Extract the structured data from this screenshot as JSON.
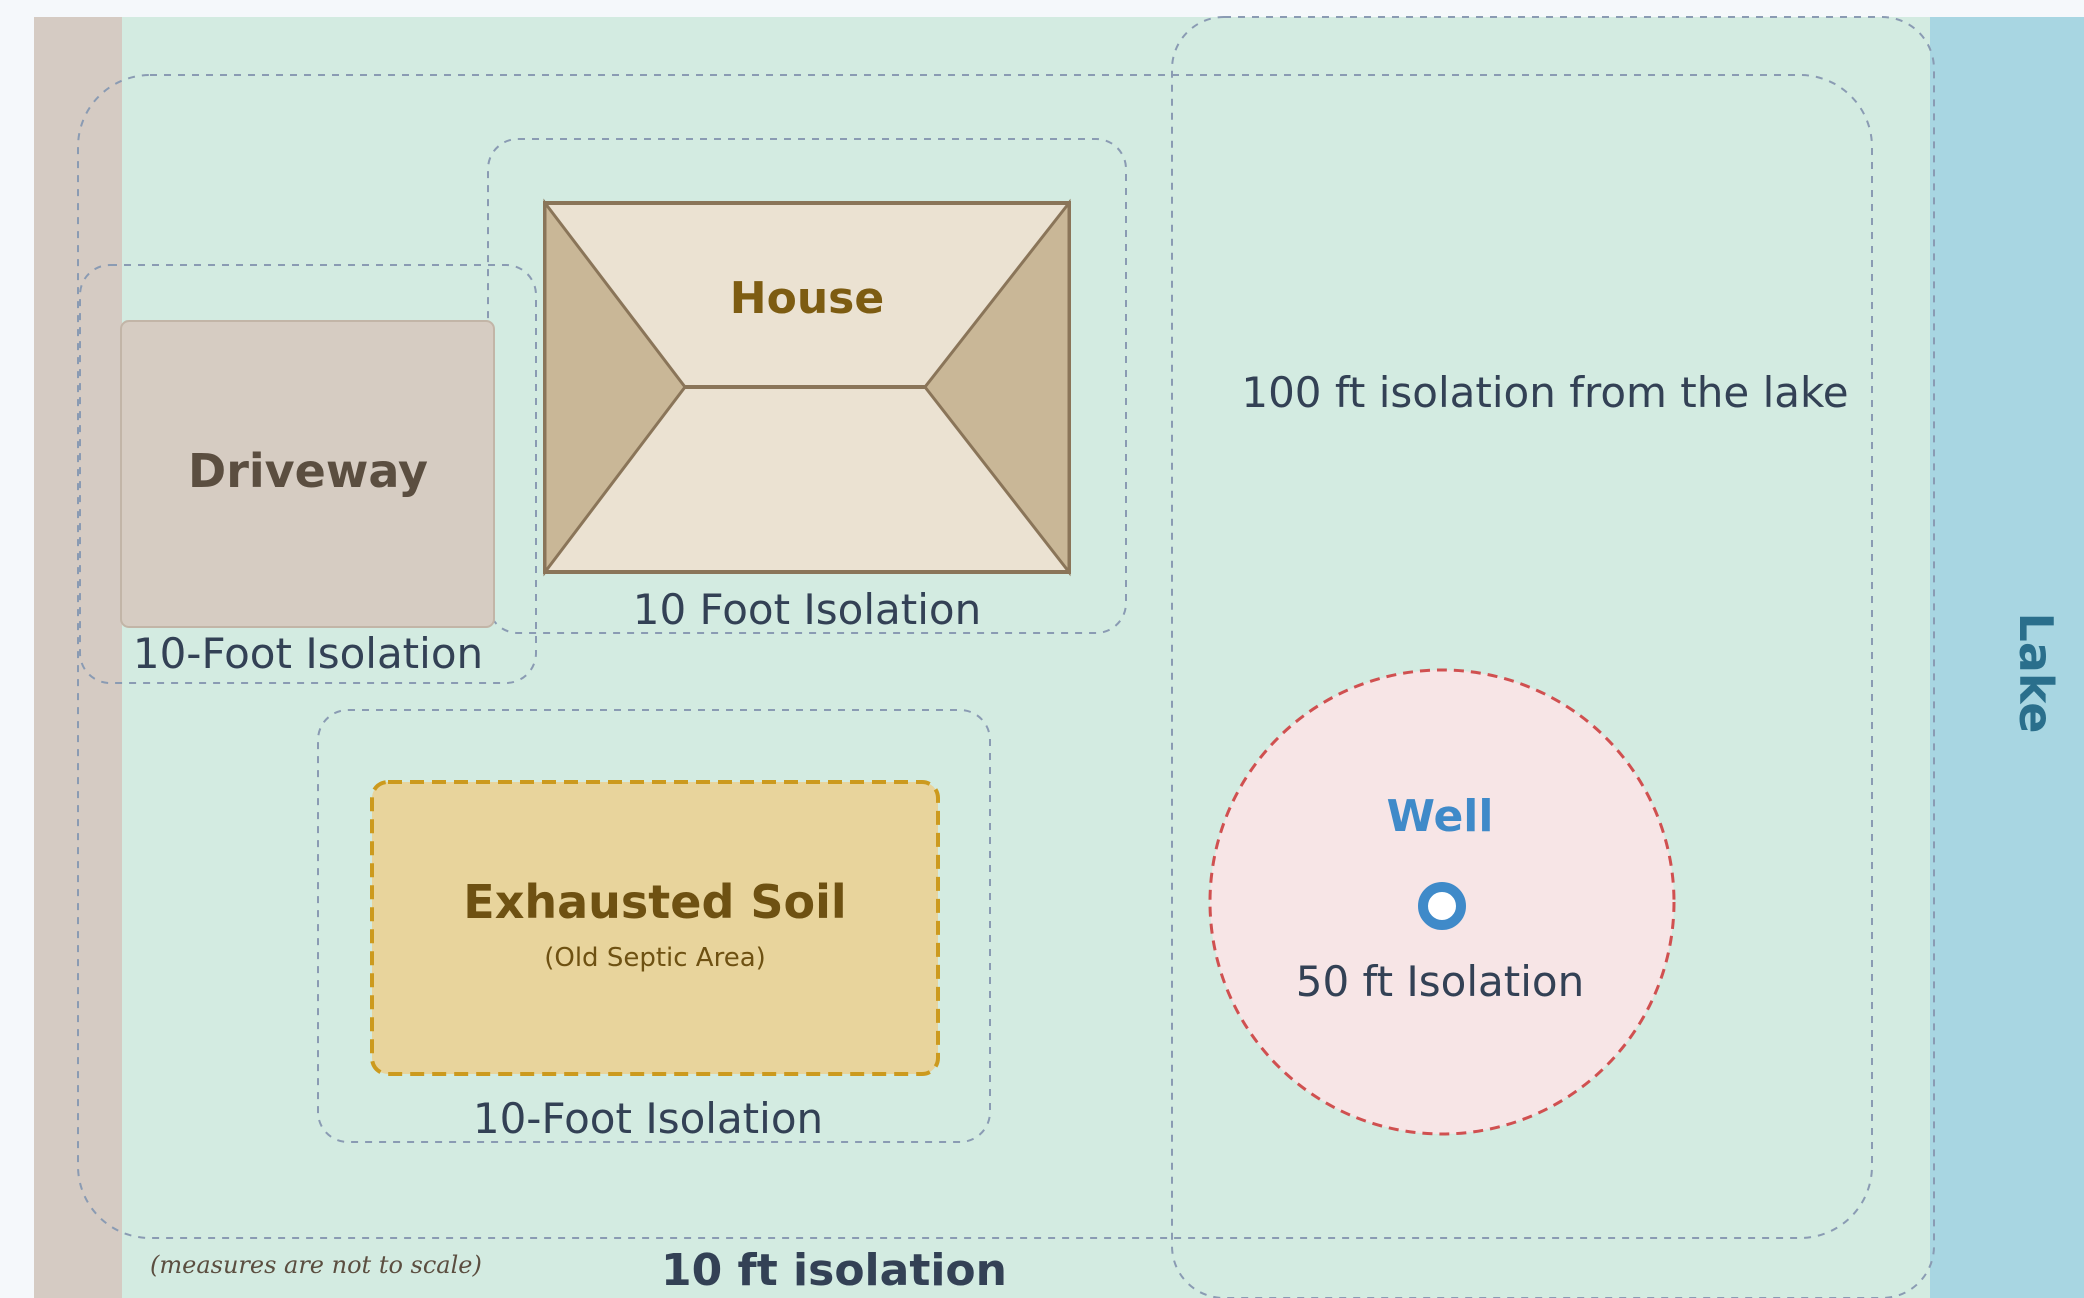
{
  "labels": {
    "house": "House",
    "house_isolation": "10 Foot Isolation",
    "driveway": "Driveway",
    "driveway_isolation": "10-Foot Isolation",
    "exhausted_soil": "Exhausted Soil",
    "exhausted_soil_sub": "(Old Septic Area)",
    "soil_isolation": "10-Foot Isolation",
    "lake_isolation": "100 ft isolation from the lake",
    "well": "Well",
    "well_isolation": "50 ft Isolation",
    "lake": "Lake",
    "perimeter_isolation": "10 ft isolation",
    "scale_note": "(measures are not to scale)"
  },
  "colors": {
    "lawn": "#d3ebe1",
    "road_strip": "#d5cbc3",
    "lake": "#a8d6e2",
    "lake_text": "#2a6f8c",
    "driveway_fill": "#d6ccc2",
    "driveway_text": "#5b4e40",
    "house_roof_light": "#ebe2d2",
    "house_roof_dark": "#c9b797",
    "house_stroke": "#8a7559",
    "house_text": "#7d5c12",
    "soil_fill": "#e8d49c",
    "soil_stroke": "#cc9a1e",
    "soil_text": "#6e5112",
    "well_fill": "#f7e5e6",
    "well_stroke": "#d05050",
    "well_text": "#3f8ac9",
    "dash_stroke": "#8a9bb3",
    "label_text": "#334155"
  }
}
